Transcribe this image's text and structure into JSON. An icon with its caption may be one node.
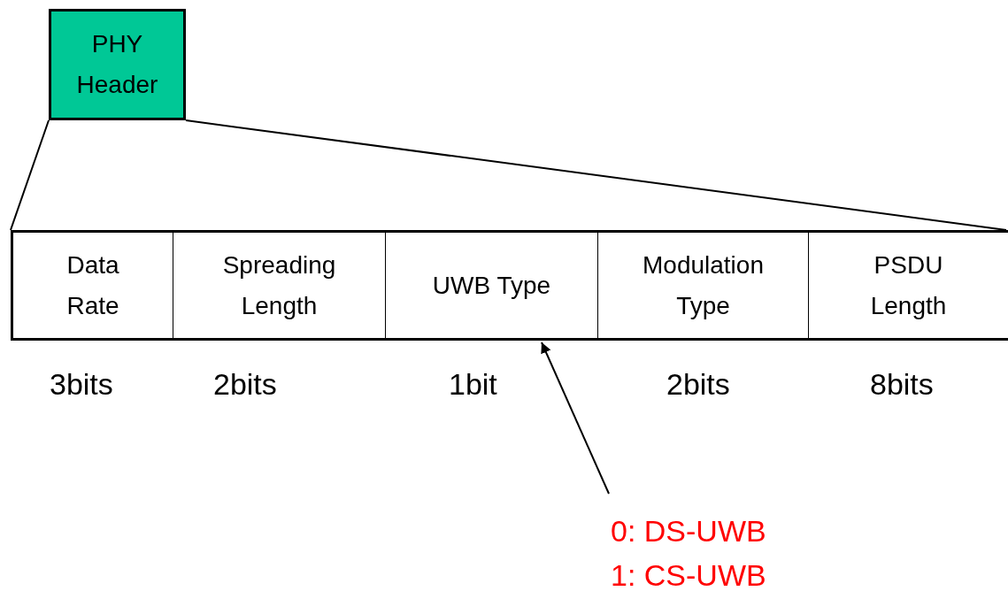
{
  "diagram": {
    "nodes": [
      {
        "text": [
          "PHY Header"
        ]
      },
      {
        "text": [
          "Data Rate"
        ],
        "beside": [
          "3bits"
        ]
      },
      {
        "text": [
          "Spreading Length"
        ],
        "beside": [
          "2bits"
        ]
      },
      {
        "text": [
          "UWB Type"
        ],
        "beside": [
          "1bit"
        ]
      },
      {
        "text": [
          "Modulation Type"
        ],
        "beside": [
          "2bits"
        ]
      },
      {
        "text": [
          "PSDU Length"
        ],
        "beside": [
          "8bits"
        ]
      },
      {
        "text": [
          "0: DS-UWB",
          "1: CS-UWB"
        ]
      }
    ],
    "edges": [
      {
        "from": 0,
        "to": 1,
        "arrow": "none"
      },
      {
        "from": 0,
        "to": 5,
        "arrow": "none"
      },
      {
        "from": 6,
        "to": 3,
        "arrow": "to"
      }
    ]
  }
}
